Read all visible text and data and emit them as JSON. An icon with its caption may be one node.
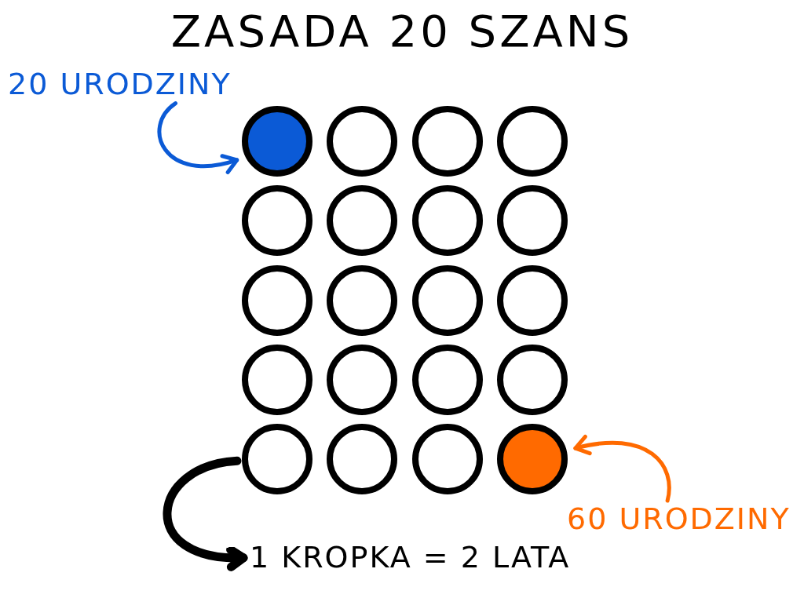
{
  "diagram": {
    "title": "ZASADA 20 SZANS",
    "nodes": [
      {
        "text": [
          "20 URODZINY"
        ]
      },
      {
        "text": [],
        "shape": "circle"
      },
      {
        "text": [],
        "shape": "circle"
      },
      {
        "text": [],
        "shape": "circle"
      },
      {
        "text": [],
        "shape": "circle"
      },
      {
        "text": [],
        "shape": "circle"
      },
      {
        "text": [],
        "shape": "circle"
      },
      {
        "text": [],
        "shape": "circle"
      },
      {
        "text": [],
        "shape": "circle"
      },
      {
        "text": [],
        "shape": "circle"
      },
      {
        "text": [],
        "shape": "circle"
      },
      {
        "text": [],
        "shape": "circle"
      },
      {
        "text": [],
        "shape": "circle"
      },
      {
        "text": [],
        "shape": "circle"
      },
      {
        "text": [],
        "shape": "circle"
      },
      {
        "text": [],
        "shape": "circle"
      },
      {
        "text": [],
        "shape": "circle"
      },
      {
        "text": [],
        "shape": "circle"
      },
      {
        "text": [],
        "shape": "circle"
      },
      {
        "text": [],
        "shape": "circle"
      },
      {
        "text": [],
        "shape": "circle"
      },
      {
        "text": [
          "60 URODZINY"
        ]
      },
      {
        "text": [
          "1 KROPKA = 2 LATA"
        ]
      }
    ],
    "edges": [
      {
        "from": 0,
        "to": 1,
        "arrow": "to",
        "color": "#0b5ad6"
      },
      {
        "from": 21,
        "to": 20,
        "arrow": "to",
        "color": "#ff6a00"
      },
      {
        "from": 17,
        "to": 22,
        "arrow": "to",
        "style": "thick",
        "color": "#000000"
      }
    ]
  }
}
